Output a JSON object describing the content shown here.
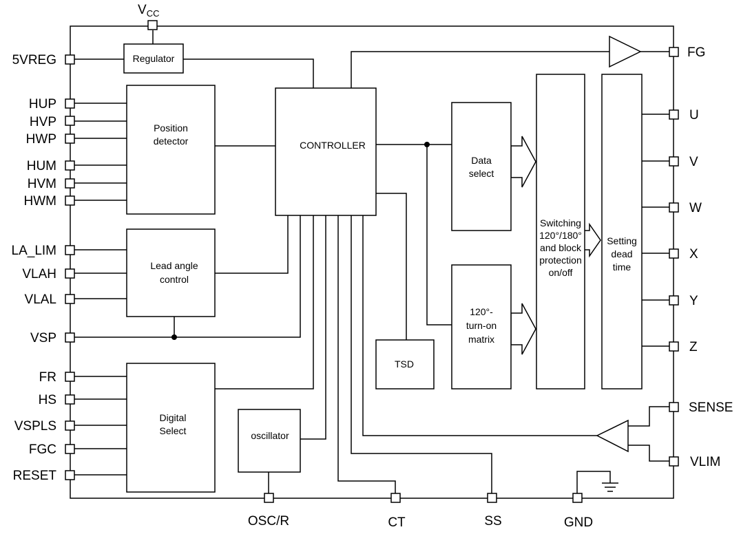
{
  "pins": {
    "vcc": {
      "main": "V",
      "sub": "CC"
    },
    "reg5v": "5VREG",
    "hup": "HUP",
    "hvp": "HVP",
    "hwp": "HWP",
    "hum": "HUM",
    "hvm": "HVM",
    "hwm": "HWM",
    "la_lim": "LA_LIM",
    "vlah": "VLAH",
    "vlal": "VLAL",
    "vsp": "VSP",
    "fr": "FR",
    "hs": "HS",
    "vspls": "VSPLS",
    "fgc": "FGC",
    "reset": "RESET",
    "fg": "FG",
    "u": "U",
    "v": "V",
    "w": "W",
    "x": "X",
    "y": "Y",
    "z": "Z",
    "sense": "SENSE",
    "vlim": "VLIM",
    "osc_r": "OSC/R",
    "ct": "CT",
    "ss": "SS",
    "gnd": "GND"
  },
  "blocks": {
    "regulator": [
      "Regulator"
    ],
    "position_detector": [
      "Position",
      "detector"
    ],
    "controller": [
      "CONTROLLER"
    ],
    "lead_angle": [
      "Lead angle",
      "control"
    ],
    "digital_select": [
      "Digital",
      "Select"
    ],
    "oscillator": [
      "oscillator"
    ],
    "tsd": [
      "TSD"
    ],
    "data_select": [
      "Data",
      "select"
    ],
    "turn_on_matrix": [
      "120°-",
      "turn-on",
      "matrix"
    ],
    "switching": [
      "Switching",
      "120°/180°",
      "and block",
      "protection",
      "on/off"
    ],
    "dead_time": [
      "Setting",
      "dead",
      "time"
    ]
  }
}
